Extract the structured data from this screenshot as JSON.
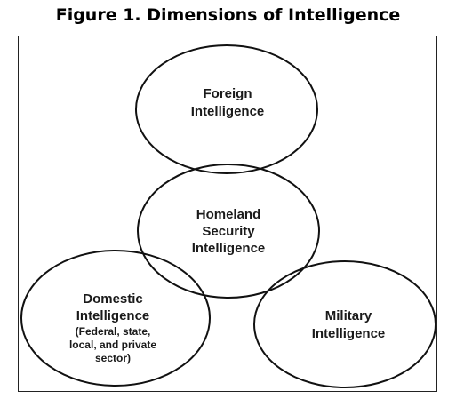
{
  "figure": {
    "title": "Figure 1. Dimensions of Intelligence"
  },
  "diagram": {
    "circles": [
      {
        "id": "foreign",
        "lines": [
          "Foreign",
          "Intelligence"
        ]
      },
      {
        "id": "homeland",
        "lines": [
          "Homeland",
          "Security",
          "Intelligence"
        ]
      },
      {
        "id": "domestic",
        "lines": [
          "Domestic",
          "Intelligence"
        ],
        "sublines": [
          "(Federal, state,",
          "local, and private",
          "sector)"
        ]
      },
      {
        "id": "military",
        "lines": [
          "Military",
          "Intelligence"
        ]
      }
    ]
  }
}
